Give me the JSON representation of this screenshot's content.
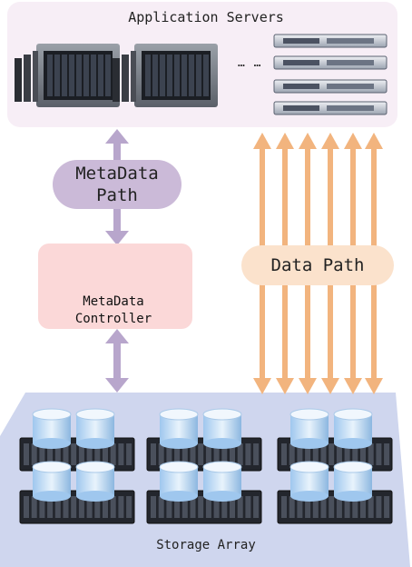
{
  "application_servers": {
    "title": "Application Servers",
    "ellipsis": "… …"
  },
  "metadata_path": {
    "label": "MetaData\nPath"
  },
  "metadata_controller": {
    "label": "MetaData\nController"
  },
  "data_path": {
    "label": "Data Path"
  },
  "storage_array": {
    "label": "Storage Array"
  },
  "colors": {
    "app_panel": "#f7eef6",
    "metadata_pill": "#cbbad8",
    "controller_panel": "#fbd8d8",
    "data_pill": "#fbe2cc",
    "storage_panel": "#cfd6ee",
    "metadata_arrow": "#b8a6cc",
    "data_arrow": "#f2b47e"
  }
}
